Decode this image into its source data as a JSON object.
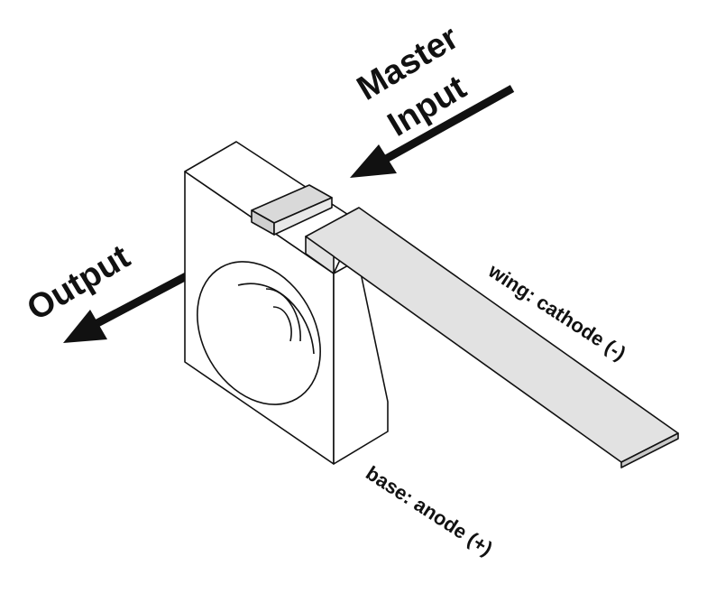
{
  "labels": {
    "master_line1": "Master",
    "master_line2": "Input",
    "output": "Output",
    "wing": "wing: cathode (-)",
    "base": "base: anode (+)"
  },
  "colors": {
    "stroke": "#111111",
    "face": "#ffffff",
    "strip": "#e2e2e2",
    "tab": "#d9d9d9"
  }
}
